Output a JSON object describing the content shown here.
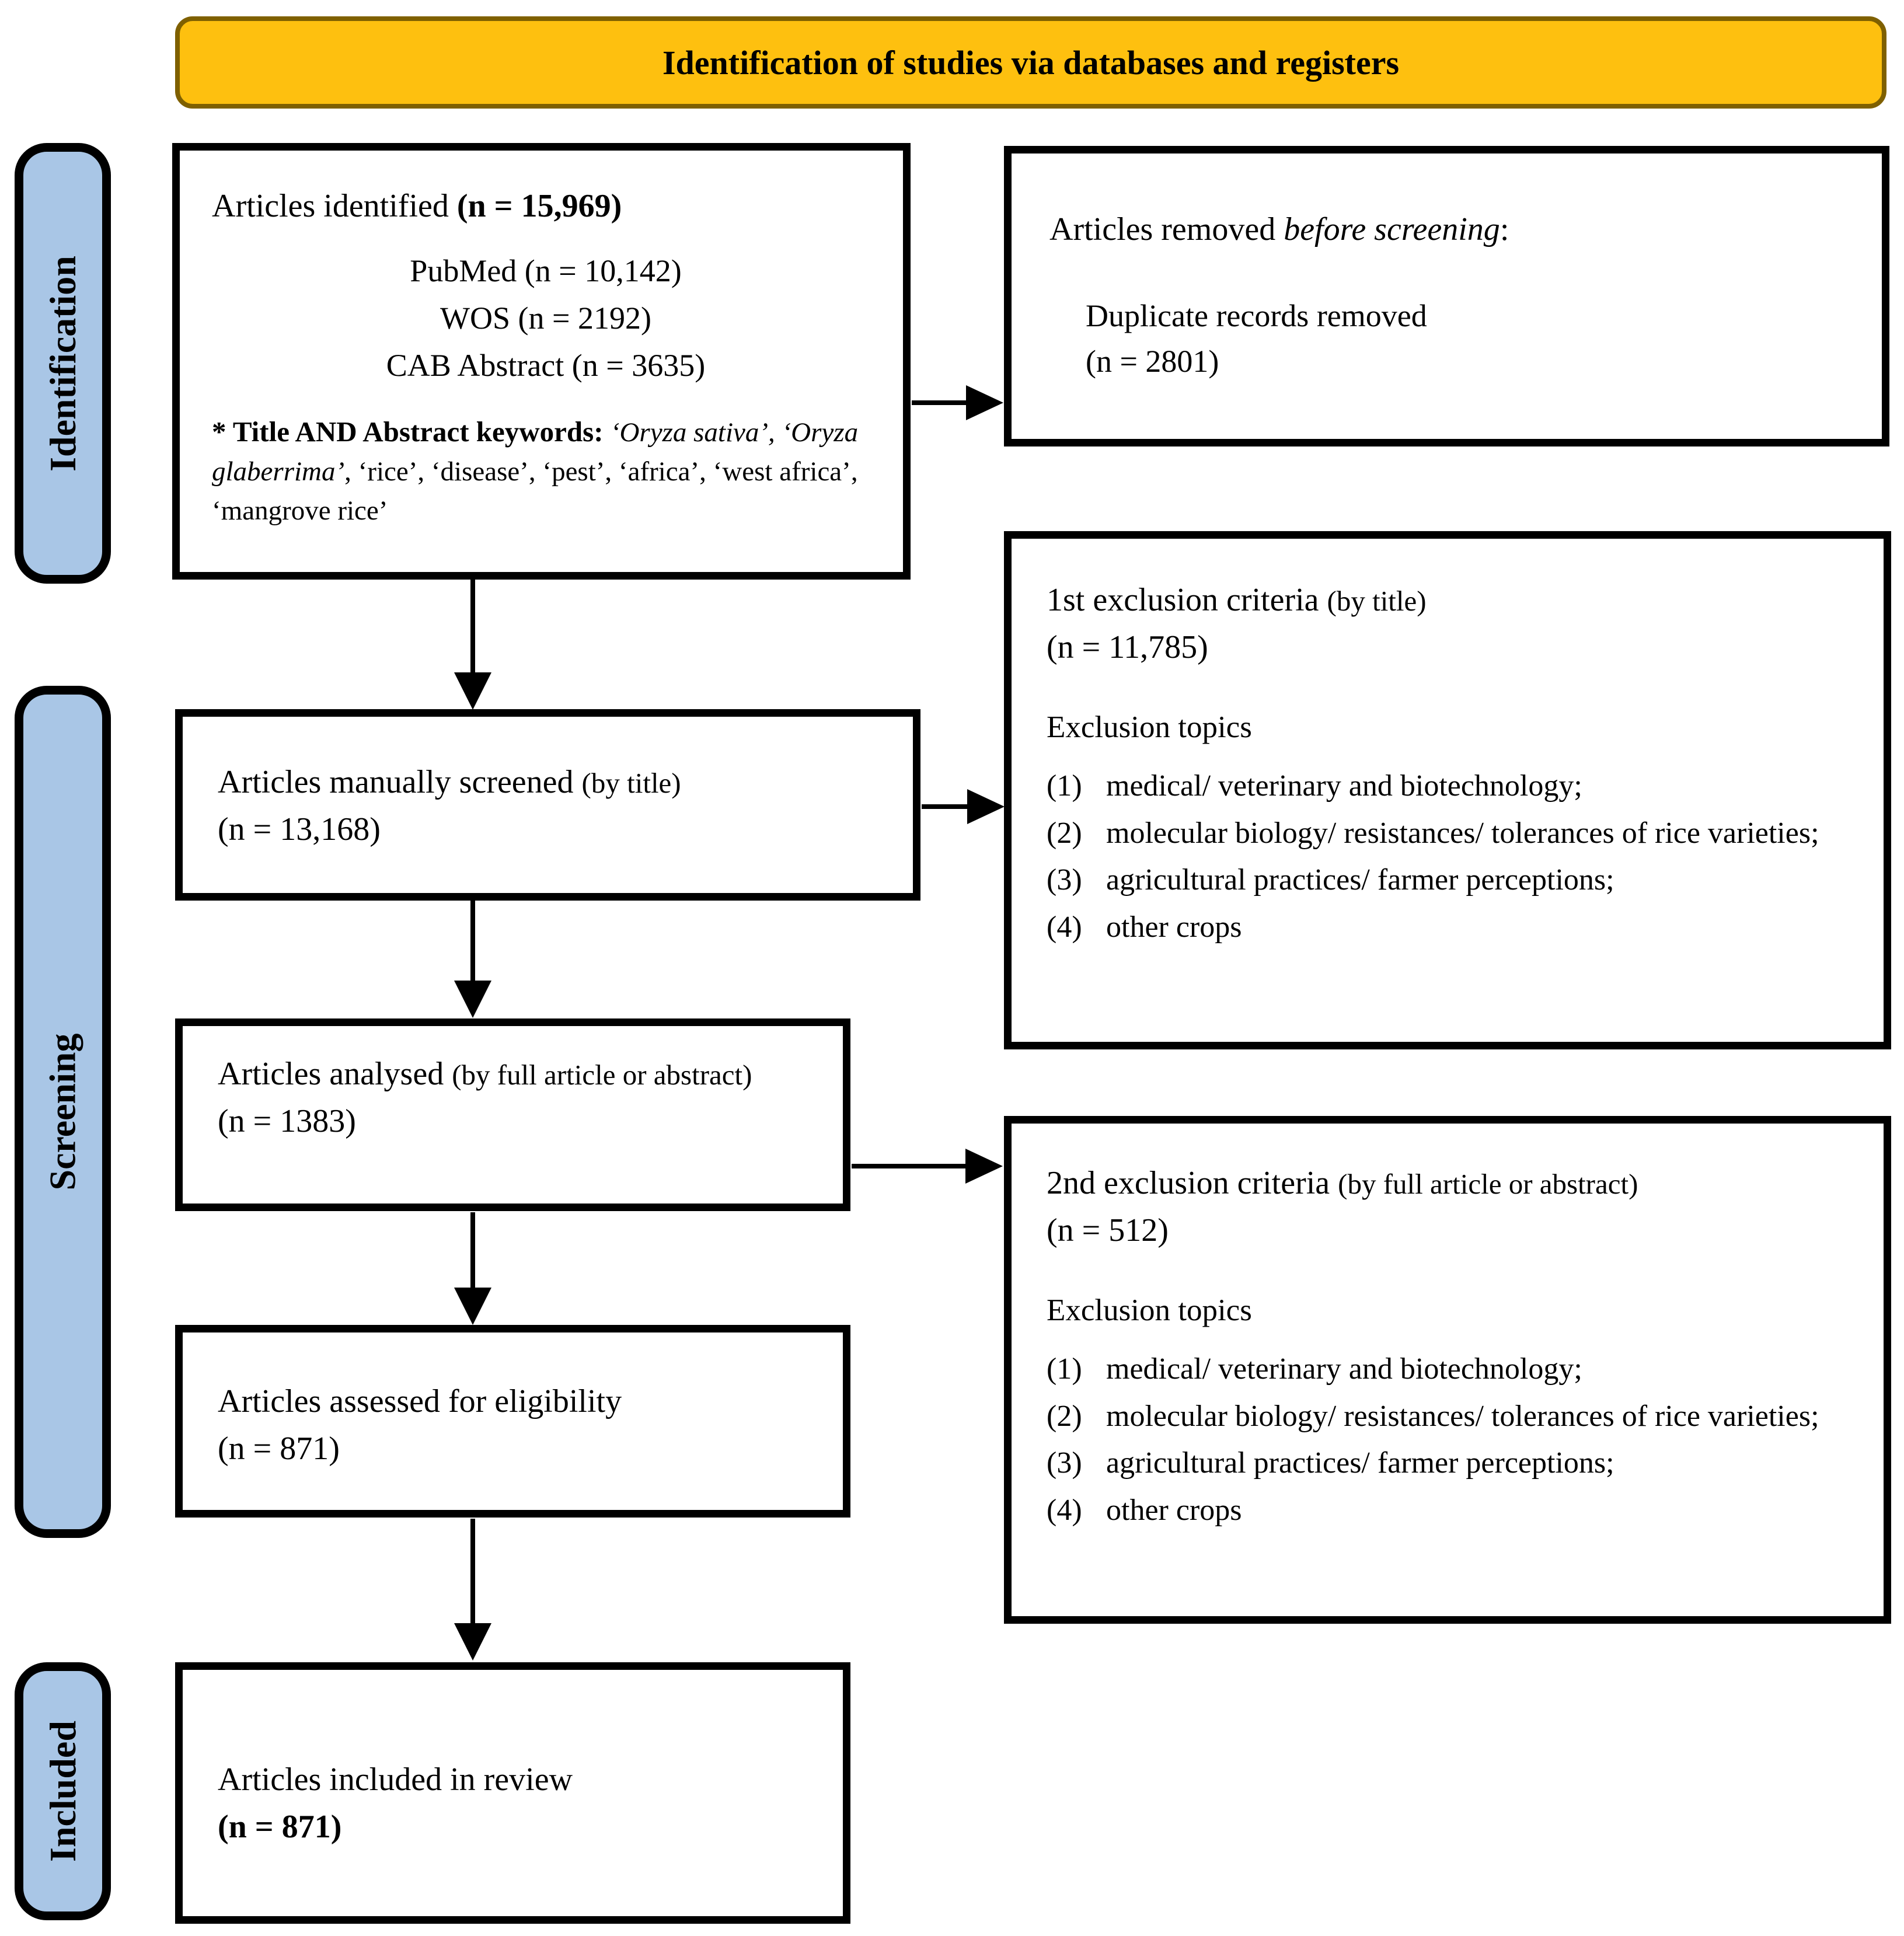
{
  "banner": {
    "title": "Identification of studies via databases and registers"
  },
  "sidebar": {
    "identification": "Identification",
    "screening": "Screening",
    "included": "Included"
  },
  "flow": {
    "identified": {
      "title": "Articles identified ",
      "title_n": "(n = 15,969)",
      "sources": [
        "PubMed (n = 10,142)",
        "WOS (n = 2192)",
        "CAB Abstract (n = 3635)"
      ],
      "kw_label": "* Title AND Abstract keywords: ",
      "kw_italic": "‘Oryza sativa’, ‘Oryza glaberrima’",
      "kw_rest": ", ‘rice’, ‘disease’, ‘pest’, ‘africa’, ‘west africa’, ‘mangrove rice’"
    },
    "removed": {
      "title": "Articles removed ",
      "title_italic": "before screening",
      "title_colon": ":",
      "line1": "Duplicate records removed",
      "line2": "(n = 2801)"
    },
    "screened": {
      "title": "Articles manually screened ",
      "paren": "(by title)",
      "n": "(n = 13,168)"
    },
    "exclusion1": {
      "title": "1st exclusion criteria ",
      "paren": "(by title)",
      "n": "(n = 11,785)",
      "topics_label": "Exclusion topics",
      "topics": [
        {
          "num": "(1)",
          "text": "medical/ veterinary and biotechnology;"
        },
        {
          "num": "(2)",
          "text": "molecular biology/ resistances/ tolerances of rice varieties;"
        },
        {
          "num": "(3)",
          "text": "agricultural practices/ farmer perceptions;"
        },
        {
          "num": "(4)",
          "text": "other crops"
        }
      ]
    },
    "analysed": {
      "title": "Articles analysed ",
      "paren": "(by full article or abstract)",
      "n": "(n = 1383)"
    },
    "exclusion2": {
      "title": "2nd exclusion criteria ",
      "paren": "(by full article or abstract)",
      "n": "(n = 512)",
      "topics_label": "Exclusion topics",
      "topics": [
        {
          "num": "(1)",
          "text": "medical/ veterinary and biotechnology;"
        },
        {
          "num": "(2)",
          "text": "molecular biology/ resistances/ tolerances of rice varieties;"
        },
        {
          "num": "(3)",
          "text": "agricultural practices/ farmer perceptions;"
        },
        {
          "num": "(4)",
          "text": "other crops"
        }
      ]
    },
    "assessed": {
      "title": "Articles assessed for eligibility",
      "n": "(n = 871)"
    },
    "included": {
      "title": "Articles included in review",
      "n": "(n = 871)"
    }
  },
  "colors": {
    "banner_fill": "#FEC00F",
    "banner_border": "#7F6000",
    "sidebar_fill": "#A9C6E6",
    "line_color": "#000000"
  }
}
